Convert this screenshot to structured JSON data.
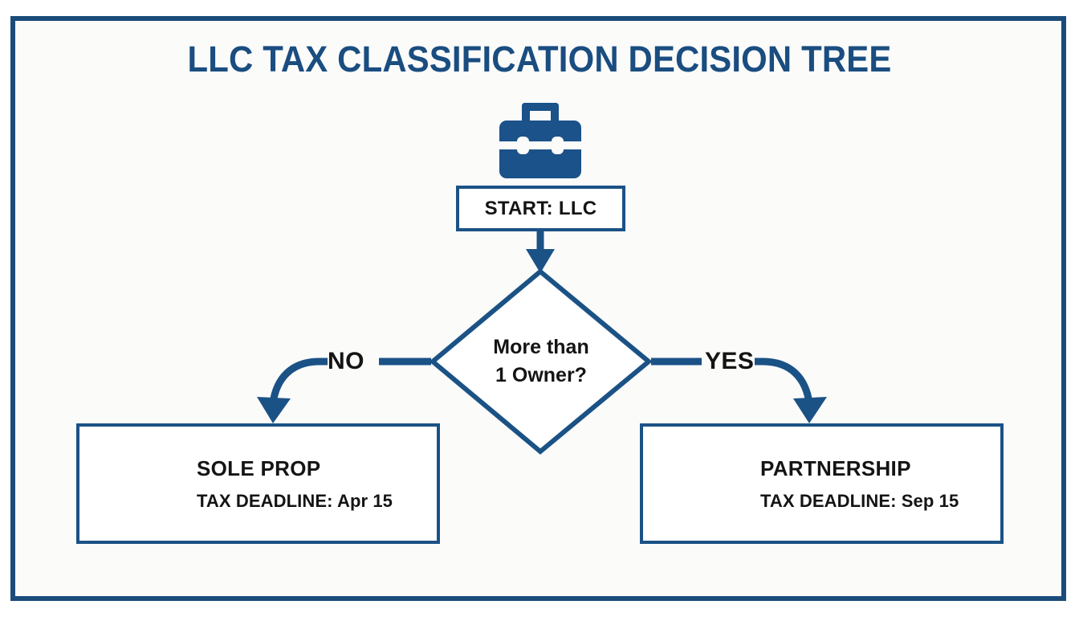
{
  "diagram": {
    "title": "LLC TAX CLASSIFICATION DECISION TREE",
    "type": "decision-tree",
    "colors": {
      "frame_border": "#1b4b7a",
      "node_border": "#1b5286",
      "icon_navy": "#1a5289",
      "connector": "#1b5286",
      "title_text": "#1a4d80",
      "body_text": "#141414",
      "background": "#fbfbfa"
    },
    "start_node": {
      "icon": "briefcase-icon",
      "label": "START: LLC"
    },
    "decision_node": {
      "shape": "diamond",
      "line1": "More than",
      "line2": "1 Owner?"
    },
    "branches": [
      {
        "label": "NO",
        "direction": "left",
        "target": "sole-prop"
      },
      {
        "label": "YES",
        "direction": "right",
        "target": "partnership"
      }
    ],
    "outcomes": [
      {
        "id": "sole-prop",
        "icon": "person-icon",
        "title": "SOLE PROP",
        "deadline": "TAX DEADLINE: Apr 15"
      },
      {
        "id": "partnership",
        "icon": "handshake-icon",
        "title": "PARTNERSHIP",
        "deadline": "TAX DEADLINE: Sep 15"
      }
    ]
  }
}
